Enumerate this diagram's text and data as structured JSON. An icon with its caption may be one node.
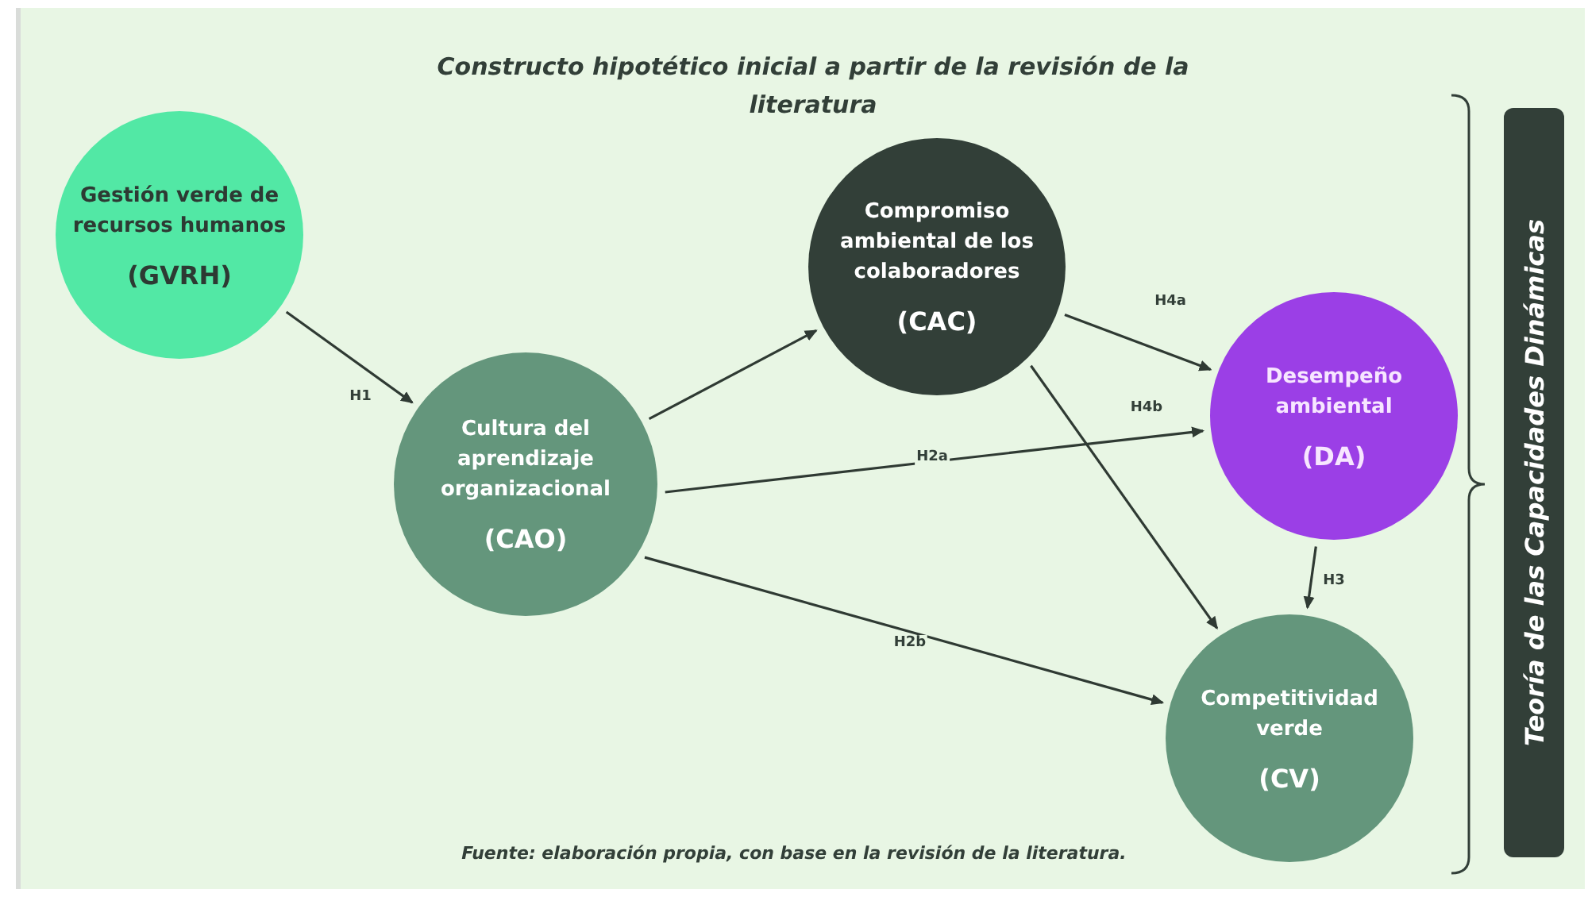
{
  "diagram": {
    "title": "Constructo hipotético inicial a partir de la revisión de la literatura",
    "caption": "Fuente: elaboración propia, con base en la revisión de la literatura.",
    "nodes": [
      {
        "text": [
          "Gestión verde de recursos humanos",
          "(GVRH)"
        ]
      },
      {
        "text": [
          "Cultura del aprendizaje organizacional",
          "(CAO)"
        ]
      },
      {
        "text": [
          "Compromiso ambiental de los colaboradores",
          "(CAC)"
        ]
      },
      {
        "text": [
          "Desempeño ambiental",
          "(DA)"
        ]
      },
      {
        "text": [
          "Competitividad verde",
          "(CV)"
        ]
      },
      {
        "text": [
          "Teoría de las Capacidades Dinámicas"
        ]
      }
    ],
    "edges": [
      {
        "from": 0,
        "to": 1,
        "arrow": "to",
        "label": "H1"
      },
      {
        "from": 1,
        "to": 2,
        "arrow": "to"
      },
      {
        "from": 1,
        "to": 3,
        "arrow": "to",
        "label": "H2a"
      },
      {
        "from": 1,
        "to": 4,
        "arrow": "to",
        "label": "H2b"
      },
      {
        "from": 2,
        "to": 3,
        "arrow": "to",
        "label": "H4a"
      },
      {
        "from": 2,
        "to": 4,
        "arrow": "to",
        "label": "H4b"
      },
      {
        "from": 3,
        "to": 4,
        "arrow": "to",
        "label": "H3"
      }
    ]
  }
}
